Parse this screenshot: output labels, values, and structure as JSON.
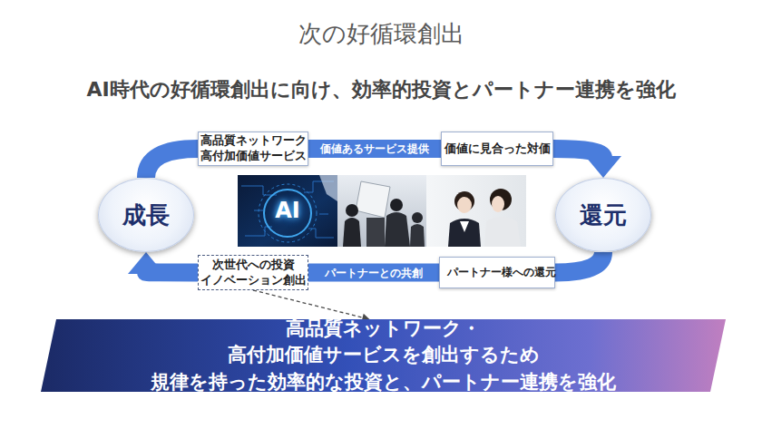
{
  "diagram": {
    "title": "次の好循環創出",
    "nodes": [
      {
        "text": [
          "成長"
        ]
      },
      {
        "text": [
          "高品質ネットワーク 高付加価値サービス"
        ]
      },
      {
        "text": [
          "価値に見合った対価"
        ]
      },
      {
        "text": [
          "還元"
        ]
      },
      {
        "text": [
          "パートナー様への還元"
        ]
      },
      {
        "text": [
          "次世代への投資 イノベーション創出"
        ]
      },
      {
        "text": [
          "高品質ネットワーク・高付加価値サービスを創出するため 規律を持った効率的な投資と、パートナー連携を強化"
        ]
      }
    ],
    "edges": [
      {
        "from": 0,
        "to": 1,
        "arrow": "none"
      },
      {
        "from": 1,
        "to": 2,
        "label": "価値あるサービス提供",
        "arrow": "none"
      },
      {
        "from": 2,
        "to": 3,
        "arrow": "to"
      },
      {
        "from": 3,
        "to": 4,
        "arrow": "none"
      },
      {
        "from": 4,
        "to": 5,
        "label": "パートナーとの共創",
        "arrow": "none"
      },
      {
        "from": 5,
        "to": 0,
        "arrow": "to"
      },
      {
        "from": 5,
        "to": 6,
        "arrow": "to"
      }
    ],
    "labels": [
      "AI時代の好循環創出に向け、効率的投資とパートナー連携を強化",
      "AI"
    ]
  }
}
